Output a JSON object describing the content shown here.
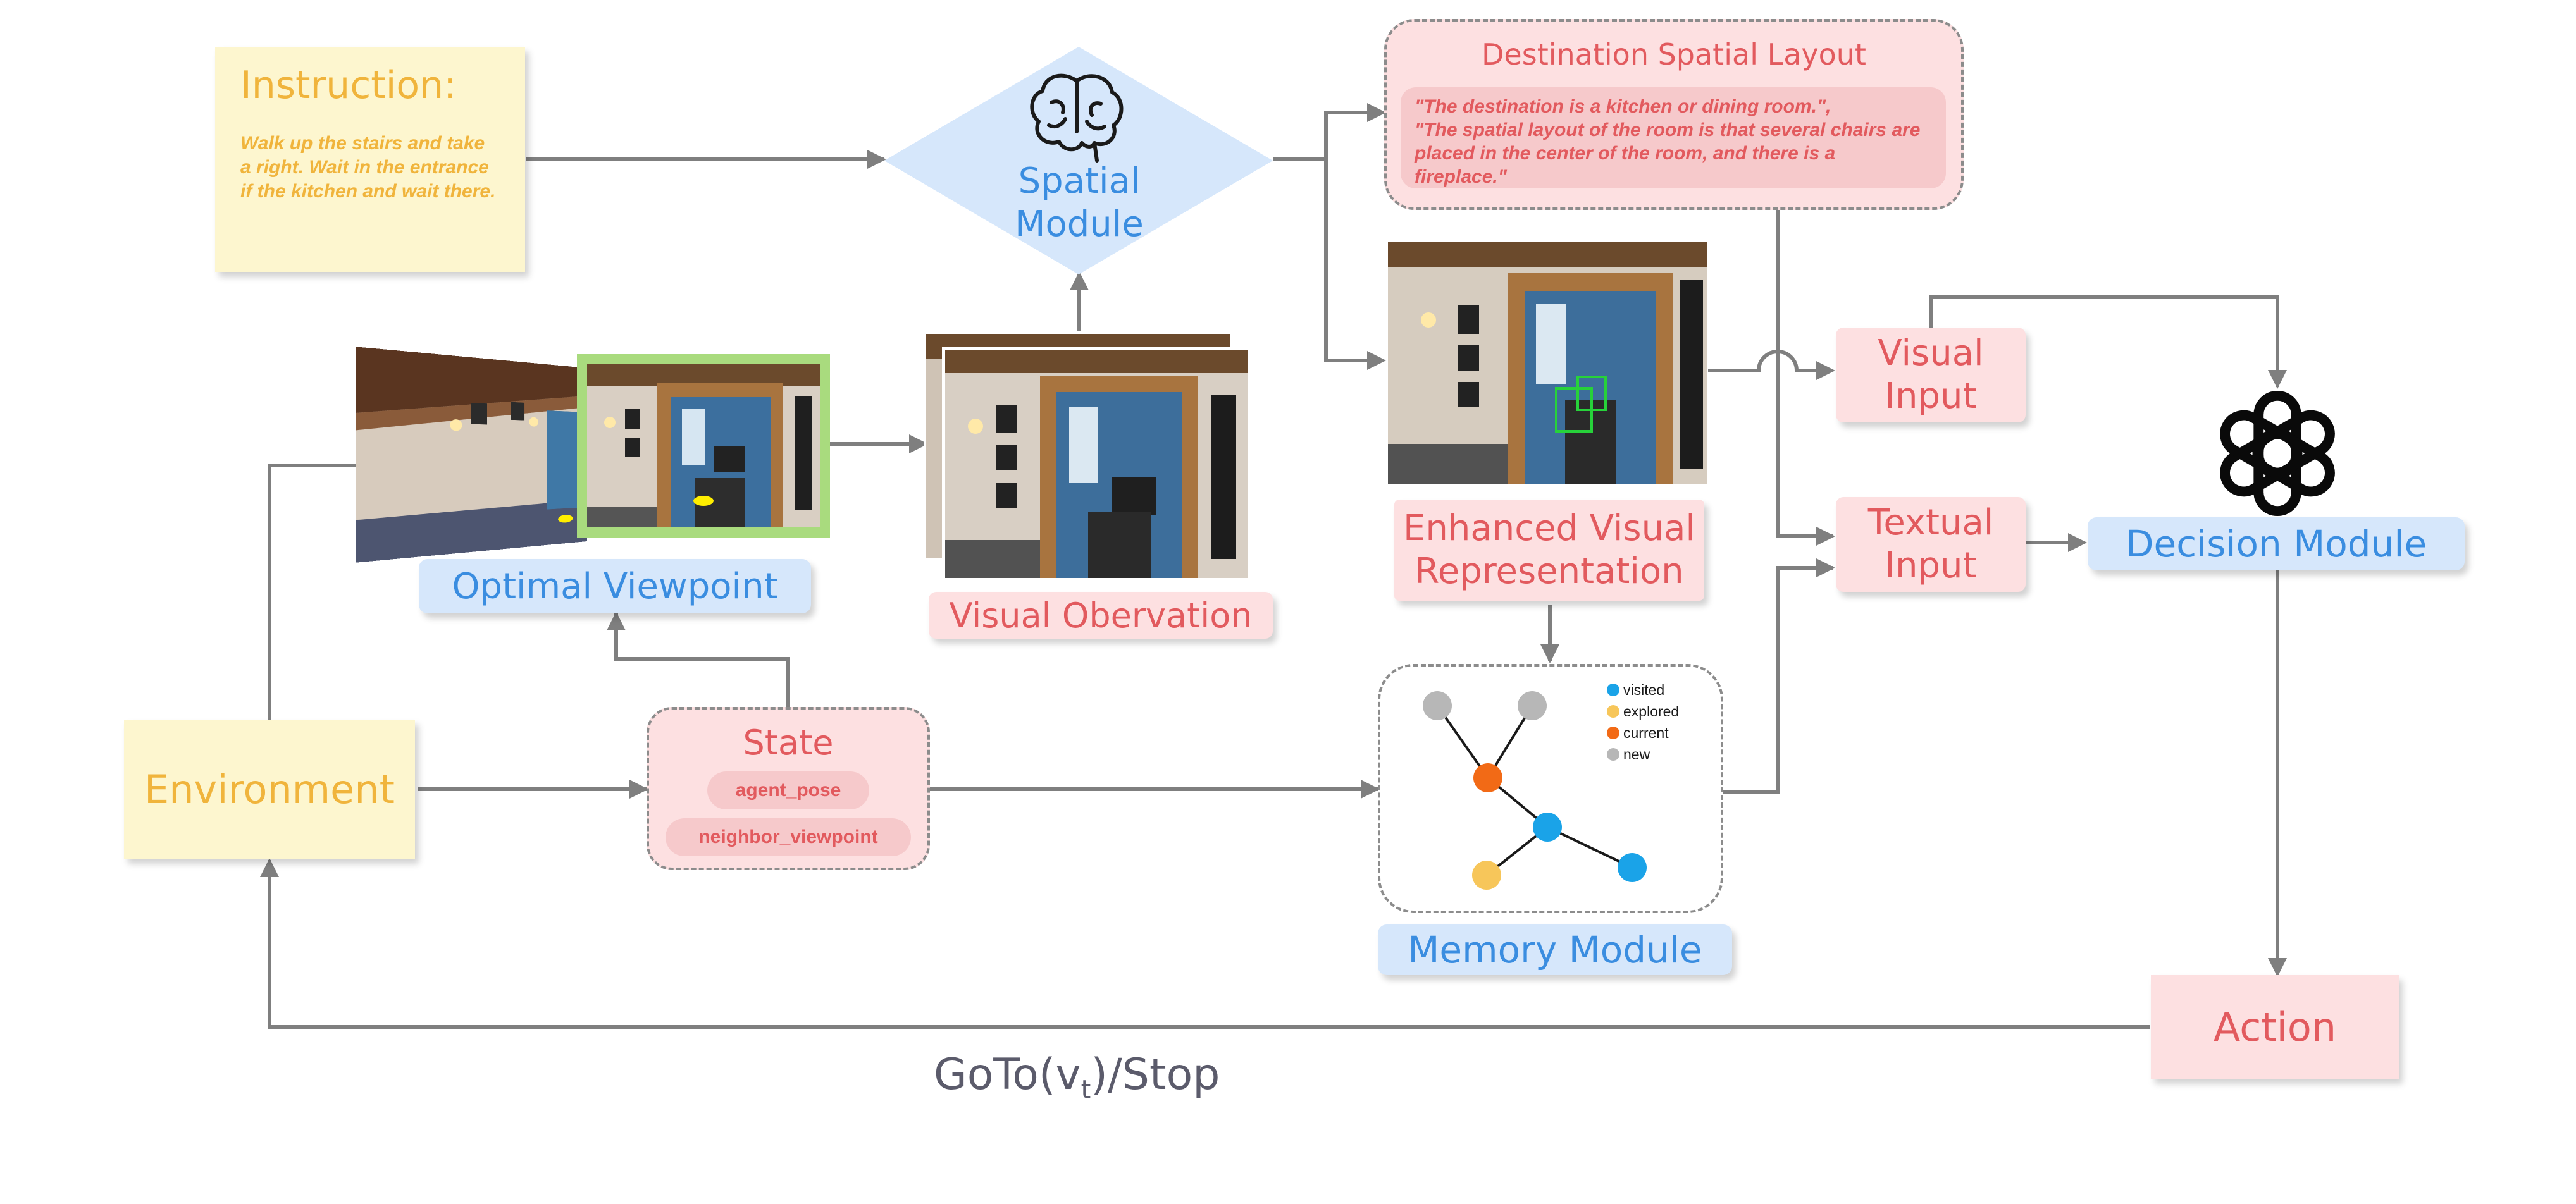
{
  "instruction": {
    "title": "Instruction:",
    "text": "Walk up the stairs and take a right. Wait in the entrance if the kitchen and wait there."
  },
  "spatial_module": {
    "label": "Spatial Module"
  },
  "destination_layout": {
    "title": "Destination Spatial Layout",
    "text": "\"The destination is a kitchen or dining room.\",\n\"The spatial layout of the room is that several chairs are placed in the center of the room, and there is a fireplace.\""
  },
  "optimal_viewpoint": {
    "label": "Optimal Viewpoint"
  },
  "visual_observation": {
    "label": "Visual Obervation"
  },
  "enhanced_visual": {
    "label": "Enhanced Visual Representation"
  },
  "visual_input": {
    "label": "Visual Input"
  },
  "textual_input": {
    "label": "Textual Input"
  },
  "decision_module": {
    "label": "Decision Module"
  },
  "environment": {
    "label": "Environment"
  },
  "state": {
    "title": "State",
    "items": [
      "agent_pose",
      "neighbor_viewpoint"
    ]
  },
  "memory_module": {
    "label": "Memory Module",
    "legend": [
      {
        "label": "visited",
        "color": "#1aa3e8"
      },
      {
        "label": "explored",
        "color": "#f7c65a"
      },
      {
        "label": "current",
        "color": "#f26a16"
      },
      {
        "label": "new",
        "color": "#b7b7b7"
      }
    ]
  },
  "action": {
    "label": "Action"
  },
  "goto_label": {
    "main": "GoTo(v",
    "sub": "t",
    "tail": ")/Stop"
  },
  "colors": {
    "arrow": "#7f7f7f",
    "yellow_text": "#f0b43c",
    "pink_text": "#e25a5e",
    "blue_text": "#3a8de0",
    "green_frame": "#a9db7e"
  }
}
